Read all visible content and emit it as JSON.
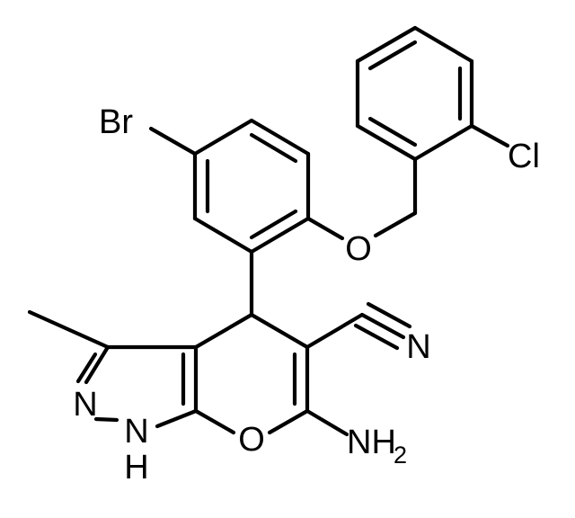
{
  "molecule": {
    "atoms": {
      "bromine": "Br",
      "chlorine": "Cl",
      "ether_oxygen": "O",
      "ring_oxygen": "O",
      "nitrile_nitrogen": "N",
      "pyrazole_nitrogen": "N",
      "nh_nitrogen": "N",
      "nh_hydrogen": "H",
      "amine": "NH",
      "amine_subscript": "2"
    },
    "colors": {
      "bond": "#000000",
      "label": "#000000",
      "background": "#ffffff"
    }
  }
}
